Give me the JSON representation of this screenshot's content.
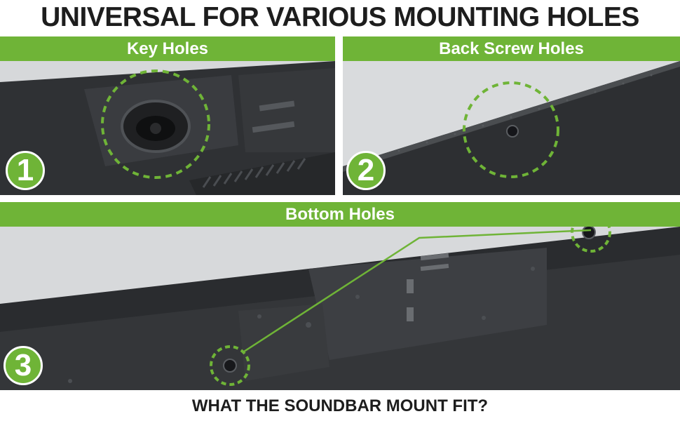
{
  "headline": "UNIVERSAL FOR VARIOUS MOUNTING HOLES",
  "panels": [
    {
      "label": "Key Holes",
      "number": "1"
    },
    {
      "label": "Back Screw Holes",
      "number": "2"
    },
    {
      "label": "Bottom Holes",
      "number": "3"
    }
  ],
  "footer": "WHAT THE SOUNDBAR MOUNT FIT?",
  "colors": {
    "accent_green": "#6fb437",
    "highlight_dash": "#6fb437",
    "soundbar_body": "#2b2d30",
    "background": "#ffffff"
  }
}
